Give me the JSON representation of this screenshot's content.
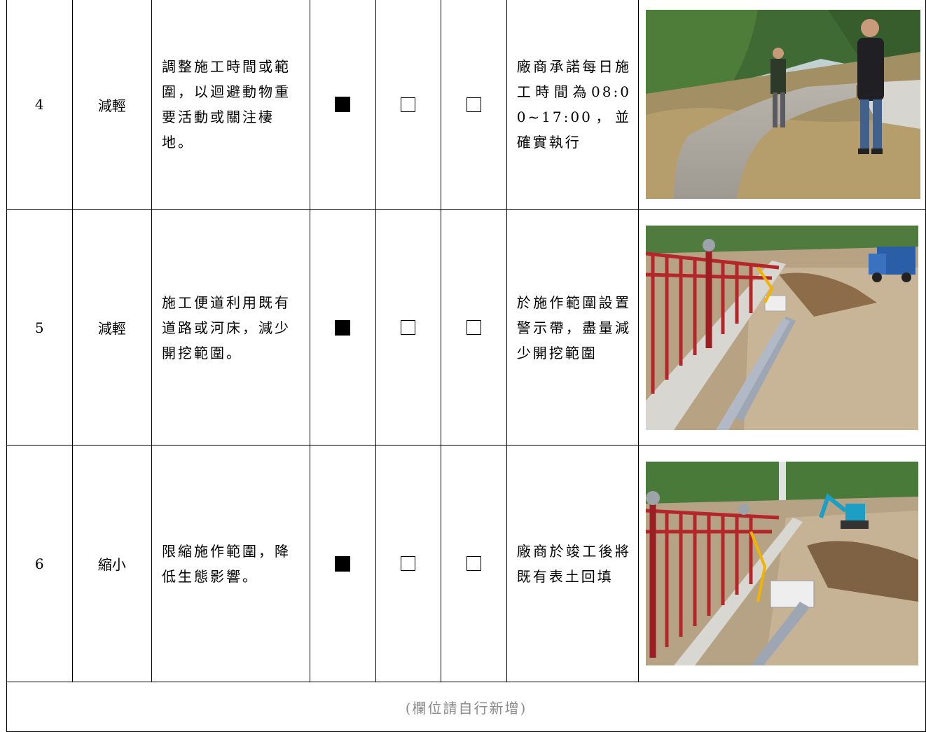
{
  "rows": [
    {
      "no": "4",
      "category": "減輕",
      "measure": "調整施工時間或範圍，以迴避動物重要活動或關注棲地。",
      "checks": [
        true,
        false,
        false
      ],
      "description": "廠商承諾每日施工時間為08:00~17:00，並確實執行",
      "photo_icon": "photo-road-workers"
    },
    {
      "no": "5",
      "category": "減輕",
      "measure": "施工便道利用既有道路或河床，減少開挖範圍。",
      "checks": [
        true,
        false,
        false
      ],
      "description": "於施作範圍設置警示帶，盡量減少開挖範圍",
      "photo_icon": "photo-fence-pipe"
    },
    {
      "no": "6",
      "category": "縮小",
      "measure": "限縮施作範圍，降低生態影響。",
      "checks": [
        true,
        false,
        false
      ],
      "description": "廠商於竣工後將既有表土回填",
      "photo_icon": "photo-fence-excavator"
    }
  ],
  "footer_note": "(欄位請自行新增)",
  "colors": {
    "border": "#000000",
    "footer_text": "#8a8a8a",
    "fence_red": "#b3262a"
  }
}
